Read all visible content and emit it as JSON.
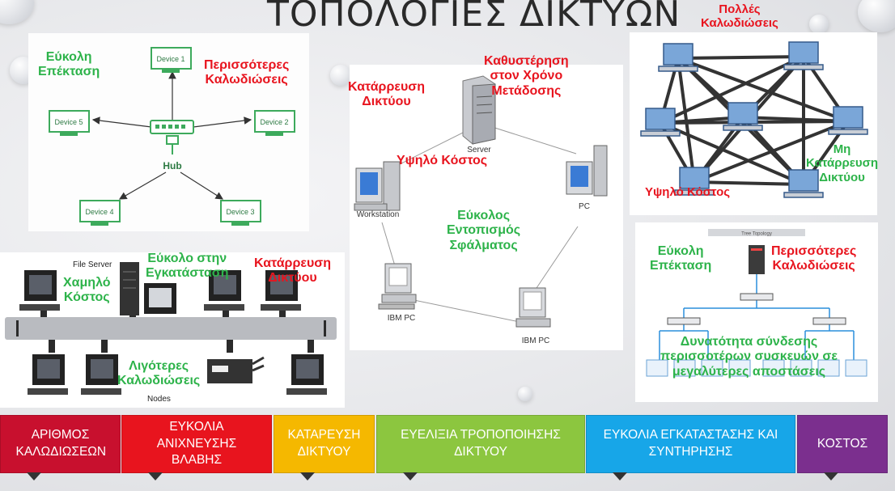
{
  "title": "ΤΟΠΟΛΟΓΙΕΣ ΔΙΚΤΥΩΝ",
  "star": {
    "devices": [
      "Device 1",
      "Device 2",
      "Device 3",
      "Device 4",
      "Device 5"
    ],
    "hub": "Hub",
    "pro": [
      "Εύκολη",
      "Επέκταση"
    ],
    "con": [
      "Περισσότερες",
      "Καλωδιώσεις"
    ]
  },
  "ring": {
    "server": "Server",
    "workstation": "Workstation",
    "pc": "PC",
    "ibm1": "IBM PC",
    "ibm2": "IBM PC",
    "con_collapse": [
      "Κατάρρευση",
      "Δικτύου"
    ],
    "con_delay": [
      "Καθυστέρηση",
      "στον Χρόνο",
      "Μετάδοσης"
    ],
    "con_cost": "Υψηλό Κόστος",
    "pro_fault": [
      "Εύκολος",
      "Εντοπισμός",
      "Σφάλματος"
    ]
  },
  "mesh": {
    "con_cables": [
      "Πολλές",
      "Καλωδιώσεις"
    ],
    "pro_nocollapse": [
      "Μη",
      "Κατάρρευση",
      "Δικτύου"
    ],
    "con_cost": "Υψηλό Κόστος"
  },
  "bus": {
    "file_server": "File Server",
    "nodes": "Nodes",
    "pro_cost": [
      "Χαμηλό",
      "Κόστος"
    ],
    "pro_install": [
      "Εύκολο στην",
      "Εγκατάσταση"
    ],
    "con_collapse": [
      "Κατάρρευση",
      "Δικτύου"
    ],
    "pro_cables": [
      "Λιγότερες",
      "Καλωδιώσεις"
    ]
  },
  "tree": {
    "caption": "Tree Topology",
    "pro": [
      "Εύκολη",
      "Επέκταση"
    ],
    "con": [
      "Περισσότερες",
      "Καλωδιώσεις"
    ],
    "pro_connect": [
      "Δυνατότητα σύνδεσης",
      "περισσοτέρων συσκευών σε",
      "μεγαλύτερες αποστάσεις"
    ]
  },
  "banners": [
    {
      "label": "ΑΡΙΘΜΟΣ ΚΑΛΩΔΙΩΣΕΩΝ",
      "color": "#c8102e"
    },
    {
      "label": "ΕΥΚΟΛΙΑ ΑΝΙΧΝΕΥΣΗΣ ΒΛΑΒΗΣ",
      "color": "#e8141e"
    },
    {
      "label": "ΚΑΤΑΡΕΥΣΗ ΔΙΚΤΥΟΥ",
      "color": "#f5b800"
    },
    {
      "label": "ΕΥΕΛΙΞΙΑ ΤΡΟΠΟΠΟΙΗΣΗΣ ΔΙΚΤΥΟΥ",
      "color": "#8cc63f"
    },
    {
      "label": "ΕΥΚΟΛΙΑ ΕΓΚΑΤΑΣΤΑΣΗΣ ΚΑΙ ΣΥΝΤΗΡΗΣΗΣ",
      "color": "#17a6e8"
    },
    {
      "label": "ΚΟΣΤΟΣ",
      "color": "#7b2f8e"
    }
  ],
  "colors": {
    "pro": "#2db34a",
    "con": "#e8141e",
    "device_green": "#3daa5c"
  }
}
